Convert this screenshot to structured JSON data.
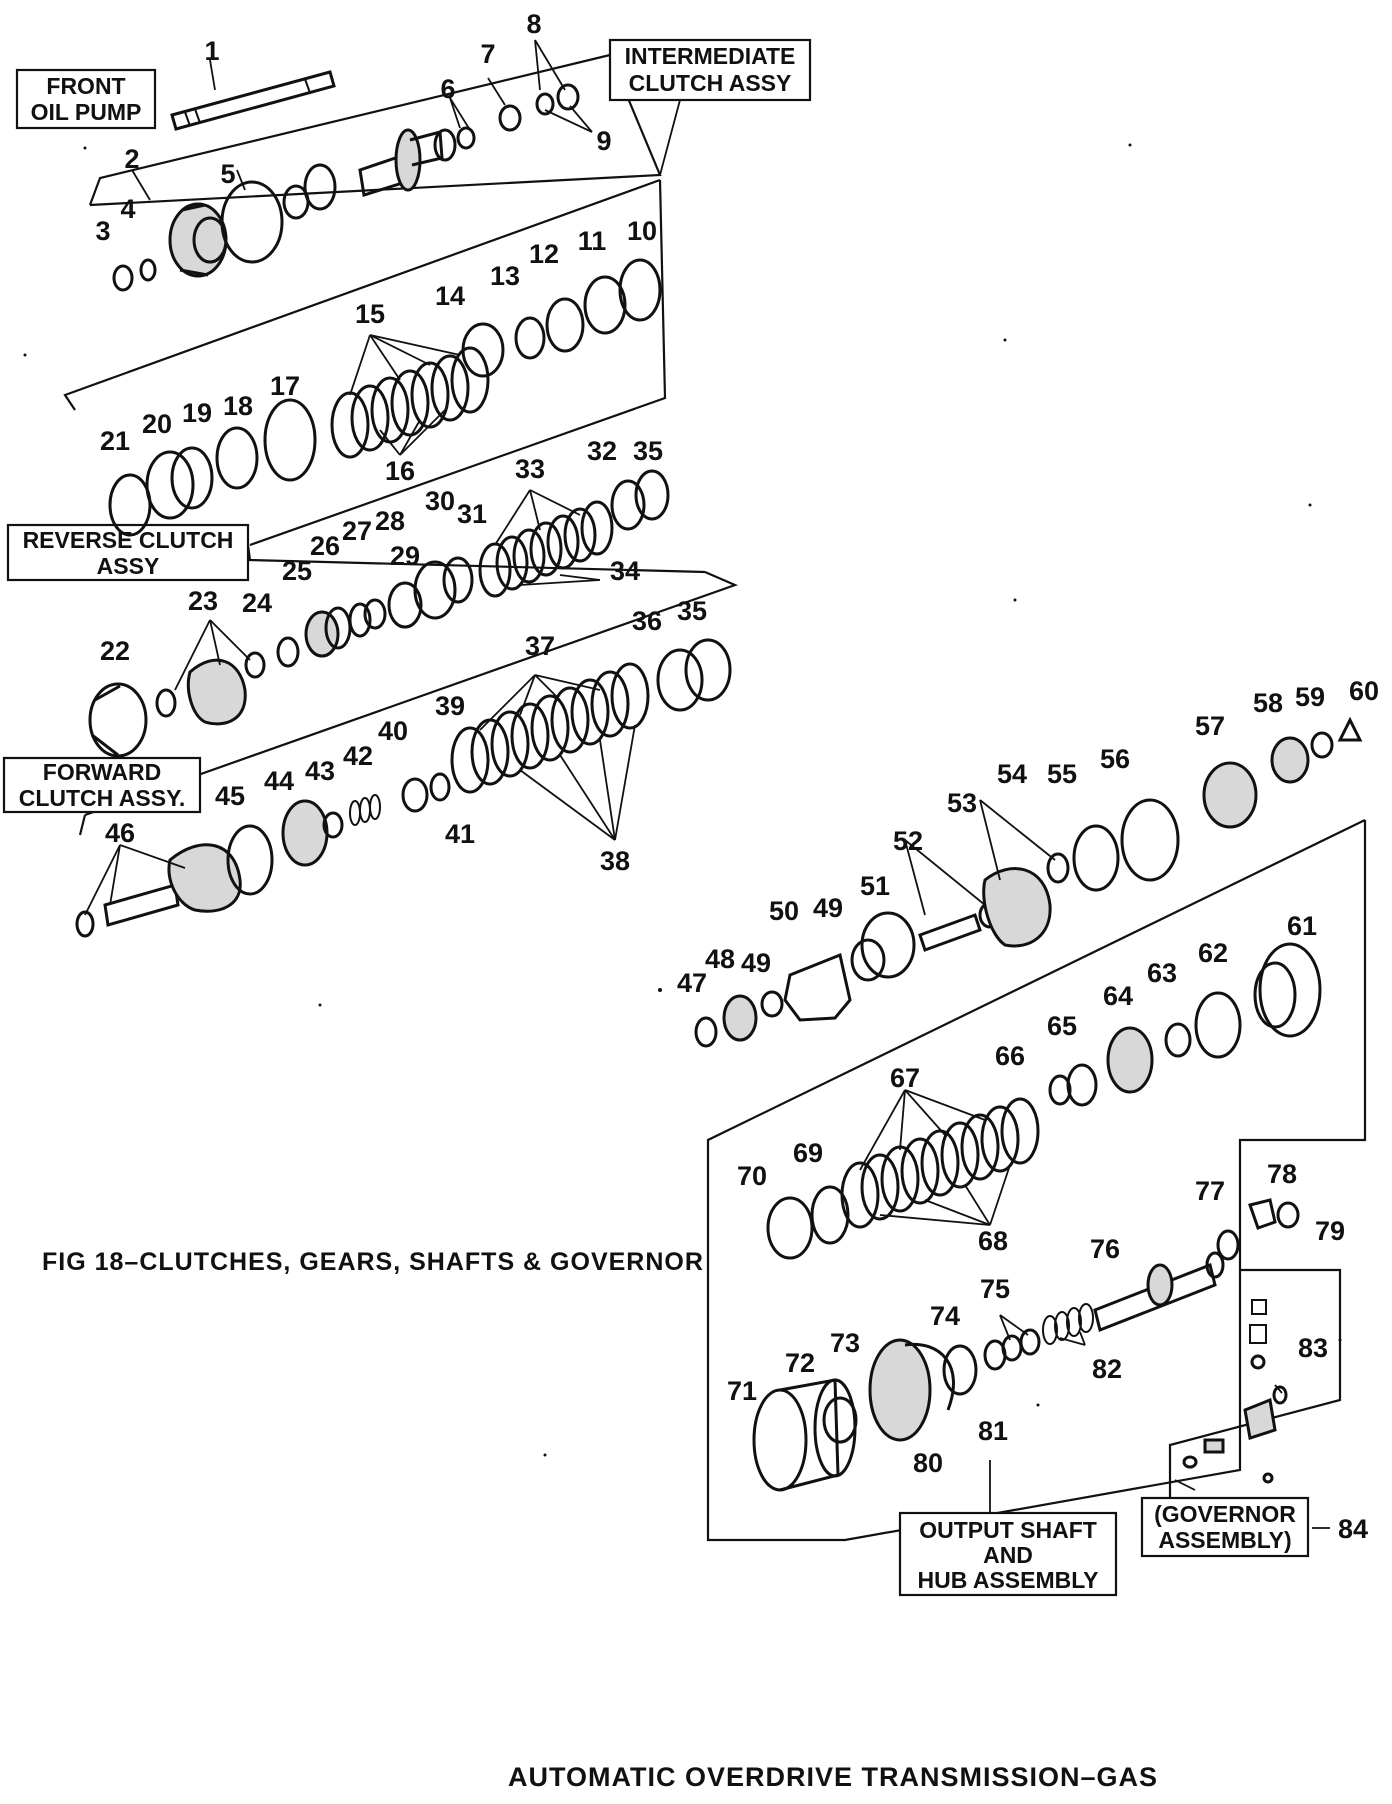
{
  "figure": {
    "caption": "FIG 18–CLUTCHES, GEARS, SHAFTS & GOVERNOR",
    "title": "AUTOMATIC OVERDRIVE TRANSMISSION–GAS"
  },
  "assemblies": {
    "front_oil_pump": [
      "FRONT",
      "OIL PUMP"
    ],
    "intermediate_clutch": [
      "INTERMEDIATE",
      "CLUTCH ASSY"
    ],
    "reverse_clutch": [
      "REVERSE CLUTCH",
      "ASSY"
    ],
    "forward_clutch": [
      "FORWARD",
      "CLUTCH ASSY."
    ],
    "output_shaft": [
      "OUTPUT SHAFT",
      "AND",
      "HUB ASSEMBLY"
    ],
    "governor": [
      "(GOVERNOR",
      "ASSEMBLY)"
    ]
  },
  "part_numbers": {
    "p1": "1",
    "p2": "2",
    "p3": "3",
    "p4": "4",
    "p5": "5",
    "p6": "6",
    "p7": "7",
    "p8": "8",
    "p9": "9",
    "p10": "10",
    "p11": "11",
    "p12": "12",
    "p13": "13",
    "p14": "14",
    "p15": "15",
    "p16": "16",
    "p17": "17",
    "p18": "18",
    "p19": "19",
    "p20": "20",
    "p21": "21",
    "p22": "22",
    "p23": "23",
    "p24": "24",
    "p25": "25",
    "p26": "26",
    "p27": "27",
    "p28": "28",
    "p29": "29",
    "p30": "30",
    "p31": "31",
    "p32": "32",
    "p33": "33",
    "p34": "34",
    "p35a": "35",
    "p35b": "35",
    "p36": "36",
    "p37": "37",
    "p38": "38",
    "p39": "39",
    "p40": "40",
    "p41": "41",
    "p42": "42",
    "p43": "43",
    "p44": "44",
    "p45": "45",
    "p46": "46",
    "p47": "47",
    "p48": "48",
    "p49a": "49",
    "p49b": "49",
    "p50": "50",
    "p51": "51",
    "p52": "52",
    "p53": "53",
    "p54": "54",
    "p55": "55",
    "p56": "56",
    "p57": "57",
    "p58": "58",
    "p59": "59",
    "p60": "60",
    "p61": "61",
    "p62": "62",
    "p63": "63",
    "p64": "64",
    "p65": "65",
    "p66": "66",
    "p67": "67",
    "p68": "68",
    "p69": "69",
    "p70": "70",
    "p71": "71",
    "p72": "72",
    "p73": "73",
    "p74": "74",
    "p75": "75",
    "p76": "76",
    "p77": "77",
    "p78": "78",
    "p79": "79",
    "p80": "80",
    "p81": "81",
    "p82": "82",
    "p83": "83",
    "p84": "84"
  }
}
